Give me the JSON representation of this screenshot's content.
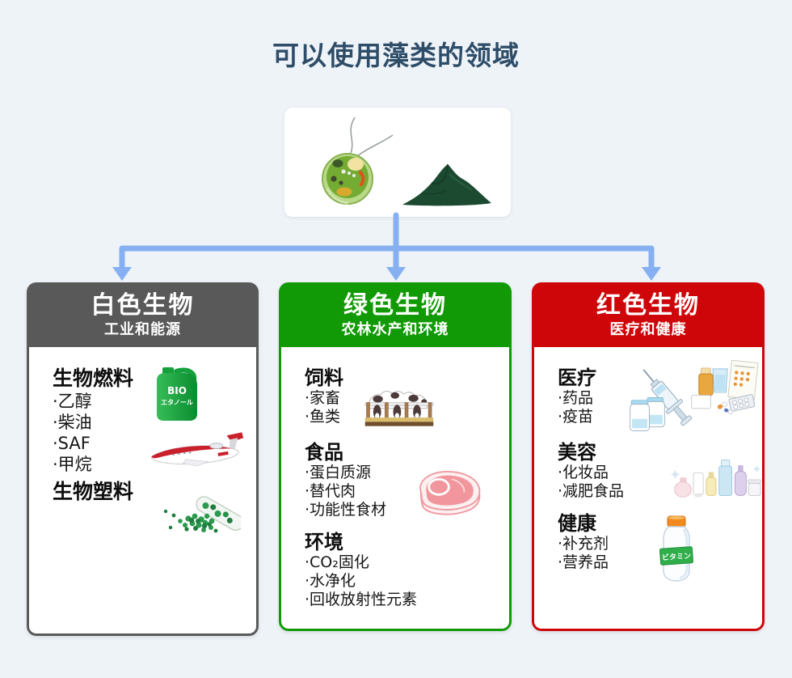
{
  "page": {
    "title": "可以使用藻类的领域",
    "background_color": "#eef3f8",
    "title_color": "#2e4d68"
  },
  "hero": {
    "icons": [
      "algae-cell-icon",
      "algae-powder-icon"
    ]
  },
  "connector": {
    "color": "#86b0f1"
  },
  "columns": [
    {
      "title": "白色生物",
      "subtitle": "工业和能源",
      "color": "#595959",
      "sections": [
        {
          "heading": "生物燃料",
          "items": [
            "·乙醇",
            "·柴油",
            "·SAF",
            "·甲烷"
          ]
        },
        {
          "heading": "生物塑料",
          "items": []
        }
      ],
      "icons": [
        "bio-ethanol-jug-icon",
        "jet-plane-icon",
        "bioplastic-pellets-icon"
      ],
      "icon_labels": {
        "jug_line1": "BIO",
        "jug_line2": "エタノール"
      }
    },
    {
      "title": "绿色生物",
      "subtitle": "农林水产和环境",
      "color": "#119a05",
      "sections": [
        {
          "heading": "饲料",
          "items": [
            "·家畜",
            "·鱼类"
          ]
        },
        {
          "heading": "食品",
          "items": [
            "·蛋白质源",
            "·替代肉",
            "·功能性食材"
          ]
        },
        {
          "heading": "环境",
          "items": [
            "·CO₂固化",
            "·水净化",
            "·回收放射性元素"
          ]
        }
      ],
      "icons": [
        "cattle-feedlot-icon",
        "meat-steak-icon"
      ]
    },
    {
      "title": "红色生物",
      "subtitle": "医疗和健康",
      "color": "#ce0609",
      "sections": [
        {
          "heading": "医疗",
          "items": [
            "·药品",
            "·疫苗"
          ]
        },
        {
          "heading": "美容",
          "items": [
            "·化妆品",
            "·减肥食品"
          ]
        },
        {
          "heading": "健康",
          "items": [
            "·补充剂",
            "·营养品"
          ]
        }
      ],
      "icons": [
        "syringe-vaccine-icon",
        "medicine-set-icon",
        "cosmetics-icon",
        "vitamin-bottle-icon"
      ],
      "icon_labels": {
        "vitamin": "ビタミン"
      }
    }
  ]
}
